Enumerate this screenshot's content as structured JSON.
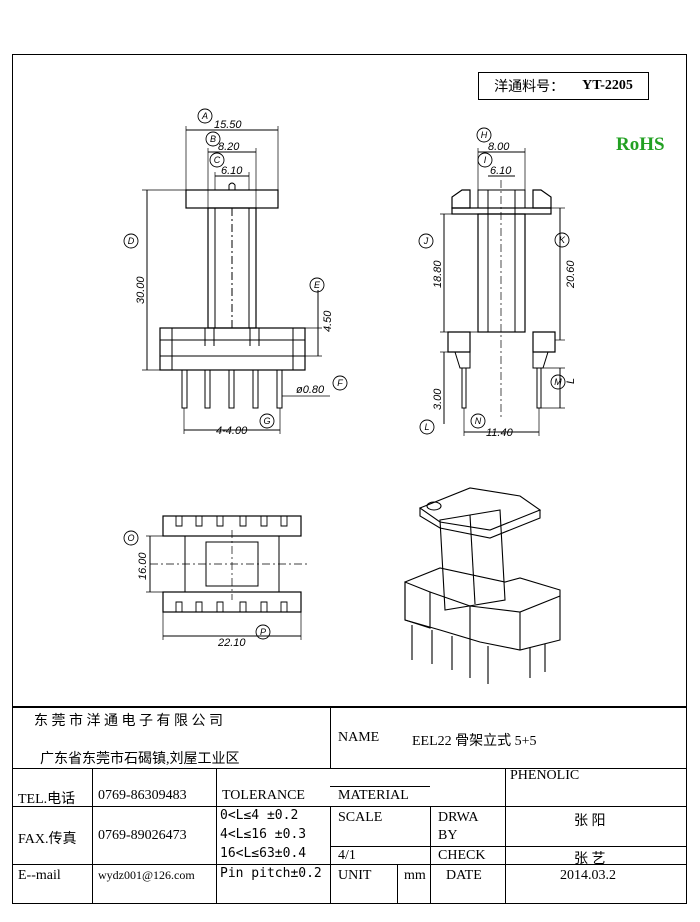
{
  "part_number_label": "洋通料号：",
  "part_number": "YT-2205",
  "rohs": "RoHS",
  "front_view": {
    "dims": {
      "A": "15.50",
      "B": "8.20",
      "C": "6.10",
      "D": "30.00",
      "E": "4.50",
      "F": "ø0.80",
      "G": "4-4.00"
    }
  },
  "side_view": {
    "dims": {
      "H": "8.00",
      "I": "6.10",
      "J": "18.80",
      "K": "20.60",
      "L": "3.00",
      "M": "L",
      "N": "11.40"
    }
  },
  "bottom_view": {
    "dims": {
      "O": "16.00",
      "P": "22.10"
    }
  },
  "callouts": {
    "A": "A",
    "B": "B",
    "C": "C",
    "D": "D",
    "E": "E",
    "F": "F",
    "G": "G",
    "H": "H",
    "I": "I",
    "J": "J",
    "K": "K",
    "L": "L",
    "M": "M",
    "N": "N",
    "O": "O",
    "P": "P"
  },
  "title_block": {
    "company": "东 莞 市 洋 通 电 子 有 限 公 司",
    "address": "广东省东莞市石碣镇,刘屋工业区",
    "name_label": "NAME",
    "name_value": "EEL22 骨架立式 5+5",
    "tel_label": "TEL.电话",
    "tel_value": "0769-86309483",
    "fax_label": "FAX.传真",
    "fax_value": "0769-89026473",
    "email_label": "E--mail",
    "email_value": "wydz001@126.com",
    "tolerance_label": "TOLERANCE",
    "tol1": "0<L≤4   ±0.2",
    "tol2": "4<L≤16  ±0.3",
    "tol3": "16<L≤63±0.4",
    "tol4": "Pin pitch±0.2",
    "material_label": "MATERIAL",
    "material_value": "PHENOLIC",
    "scale_label": "SCALE",
    "scale_value": "4/1",
    "drwa_label": "DRWA",
    "by_label": "BY",
    "drawn_by": "张 阳",
    "check_label": "CHECK",
    "checked_by": "张 艺",
    "unit_label": "UNIT",
    "unit_value": "mm",
    "date_label": "DATE",
    "date_value": "2014.03.2"
  }
}
